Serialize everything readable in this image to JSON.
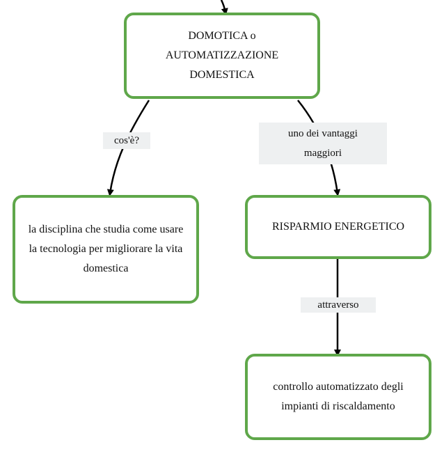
{
  "diagram": {
    "nodes": {
      "root": "DOMOTICA o\nAUTOMATIZZAZIONE\nDOMESTICA",
      "definition": "la disciplina che studia come usare\nla tecnologia per migliorare la vita\ndomestica",
      "energy": "RISPARMIO ENERGETICO",
      "control": "controllo automatizzato degli\nimpianti di riscaldamento"
    },
    "links": {
      "whatis": "cos'è?",
      "advantage_line1": "uno dei vantaggi",
      "advantage_line2": "maggiori",
      "through": "attraverso"
    },
    "colors": {
      "node_border": "#5fa74a",
      "label_bg": "#eef0f1",
      "edge": "#000000"
    }
  }
}
